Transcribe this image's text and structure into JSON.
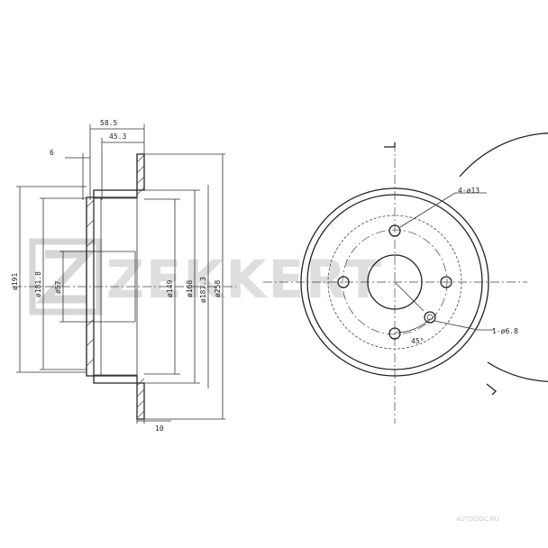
{
  "watermark": {
    "brand": "ZEKKERT",
    "credit": "AUTODOC.RU"
  },
  "side_view": {
    "dimensions": {
      "overall_depth": "58.5",
      "hat_depth": "45.3",
      "friction_thickness": "6",
      "hub_thickness": "10",
      "dia_191": "ø191",
      "dia_181_8": "ø181.8",
      "dia_57": "ø57",
      "dia_149": "ø149",
      "dia_168": "ø168",
      "dia_187_3": "ø187.3",
      "dia_258": "ø258"
    }
  },
  "front_view": {
    "callouts": {
      "bolt_holes": "4-ø13",
      "small_hole": "1-ø6.8",
      "angle": "45°"
    }
  },
  "colors": {
    "line": "#222222",
    "watermark": "#d6d6d6"
  }
}
